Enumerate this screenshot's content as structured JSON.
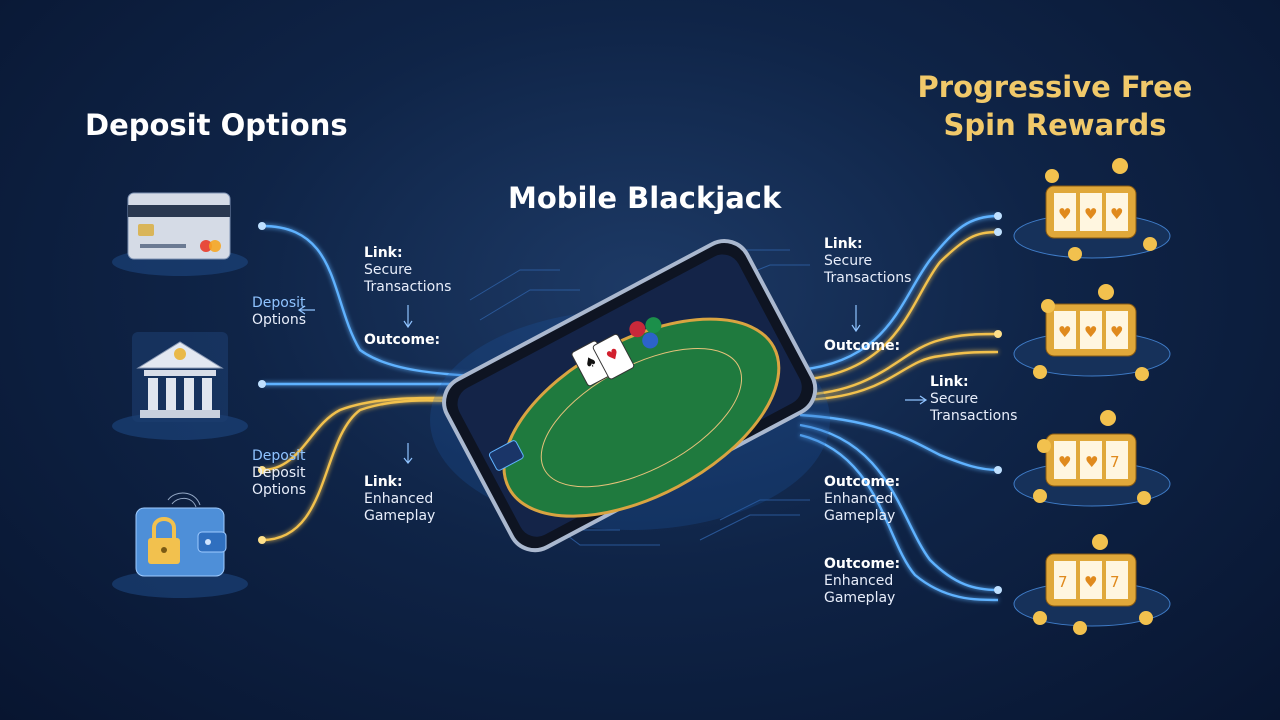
{
  "titles": {
    "deposit_options": "Deposit Options",
    "mobile_blackjack": "Mobile Blackjack",
    "rewards_line1": "Progressive Free",
    "rewards_line2": "Spin Rewards"
  },
  "left_labels": {
    "deposit_options_1": [
      "Deposit",
      "Options"
    ],
    "deposit_options_2": [
      "Deposit",
      "Deposit",
      "Options"
    ]
  },
  "center_labels": {
    "link_secure": {
      "key": "Link:",
      "lines": [
        "Secure",
        "Transactions"
      ]
    },
    "outcome": {
      "key": "Outcome:",
      "lines": []
    },
    "link_enhanced": {
      "key": "Link:",
      "lines": [
        "Enhanced",
        "Gameplay"
      ]
    }
  },
  "right_labels": {
    "link_secure_1": {
      "key": "Link:",
      "lines": [
        "Secure",
        "Transactions"
      ]
    },
    "outcome_1": {
      "key": "Outcome:",
      "lines": []
    },
    "link_secure_2": {
      "key": "Link:",
      "lines": [
        "Secure",
        "Transactions"
      ]
    },
    "outcome_enhanced_1": {
      "key": "Outcome:",
      "lines": [
        "Enhanced",
        "Gameplay"
      ]
    },
    "outcome_enhanced_2": {
      "key": "Outcome:",
      "lines": [
        "Enhanced",
        "Gameplay"
      ]
    }
  },
  "icons": {
    "deposit": [
      "credit-card-icon",
      "bank-icon",
      "wallet-lock-icon"
    ],
    "center": "smartphone-blackjack-icon",
    "rewards": [
      "slot-machine-icon",
      "slot-machine-icon",
      "slot-machine-icon",
      "slot-machine-icon"
    ]
  },
  "colors": {
    "background": "#0f2447",
    "blue_line": "#5fb2ff",
    "gold_line": "#f2c14e",
    "title_gold": "#f1c96a",
    "felt_green": "#1f7a3e"
  }
}
